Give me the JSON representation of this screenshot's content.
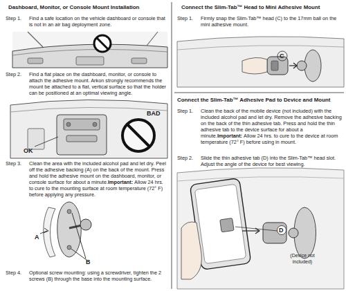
{
  "diagram": {
    "labels": [
      "Dashboard, Monitor, or Console Mount Installation",
      "Step 1.",
      "Find a safe location on the vehicle dashboard or console that is not in an air bag deployment zone.",
      "Step 2.",
      "Find a flat place on the dashboard, monitor, or console to attach the adhesive mount. Arkon strongly recommends the mount be attached to a flat, vertical surface so that the holder can be positioned at an optimal viewing angle.",
      "BAD",
      "OK",
      "Step 3.",
      "Clean the area with the included alcohol pad and let dry. Peel off the adhesive backing (A) on the back of the mount. Press and hold the adhesive mount on the dashboard, monitor, or console surface for about a minute.",
      "Important:",
      "Allow 24 hrs. to cure to the mounting surface at room temperature (72° F) before applying any pressure.",
      "A",
      "B",
      "Step 4.",
      "Optional screw mounting: using a screwdriver, tighten the 2 screws (B) through the base into the mounting surface.",
      "Connect the Slim-Tab™ Head to Mini Adhesive Mount",
      "Step 1.",
      "Firmly snap the Slim-Tab™ head (C) to the 17mm ball on the mini adhesive mount.",
      "C",
      "Connect the Slim-Tab™ Adhesive Pad to Device and Mount",
      "Step 1.",
      "Clean the back of the mobile device (not included) with the included alcohol pad and let dry. Remove the adhesive backing on the back of the thin adhesive tab. Press and hold the thin adhesive tab to the device surface for about a minute.",
      "Important:",
      "Allow 24 hrs. to cure to the device at room temperature (72° F) before using in mount.",
      "Step 2.",
      "Slide the thin adhesive tab (D) into the Slim-Tab™ head slot. Adjust the angle of the device for best viewing.",
      "D",
      "(Device not included)"
    ]
  }
}
